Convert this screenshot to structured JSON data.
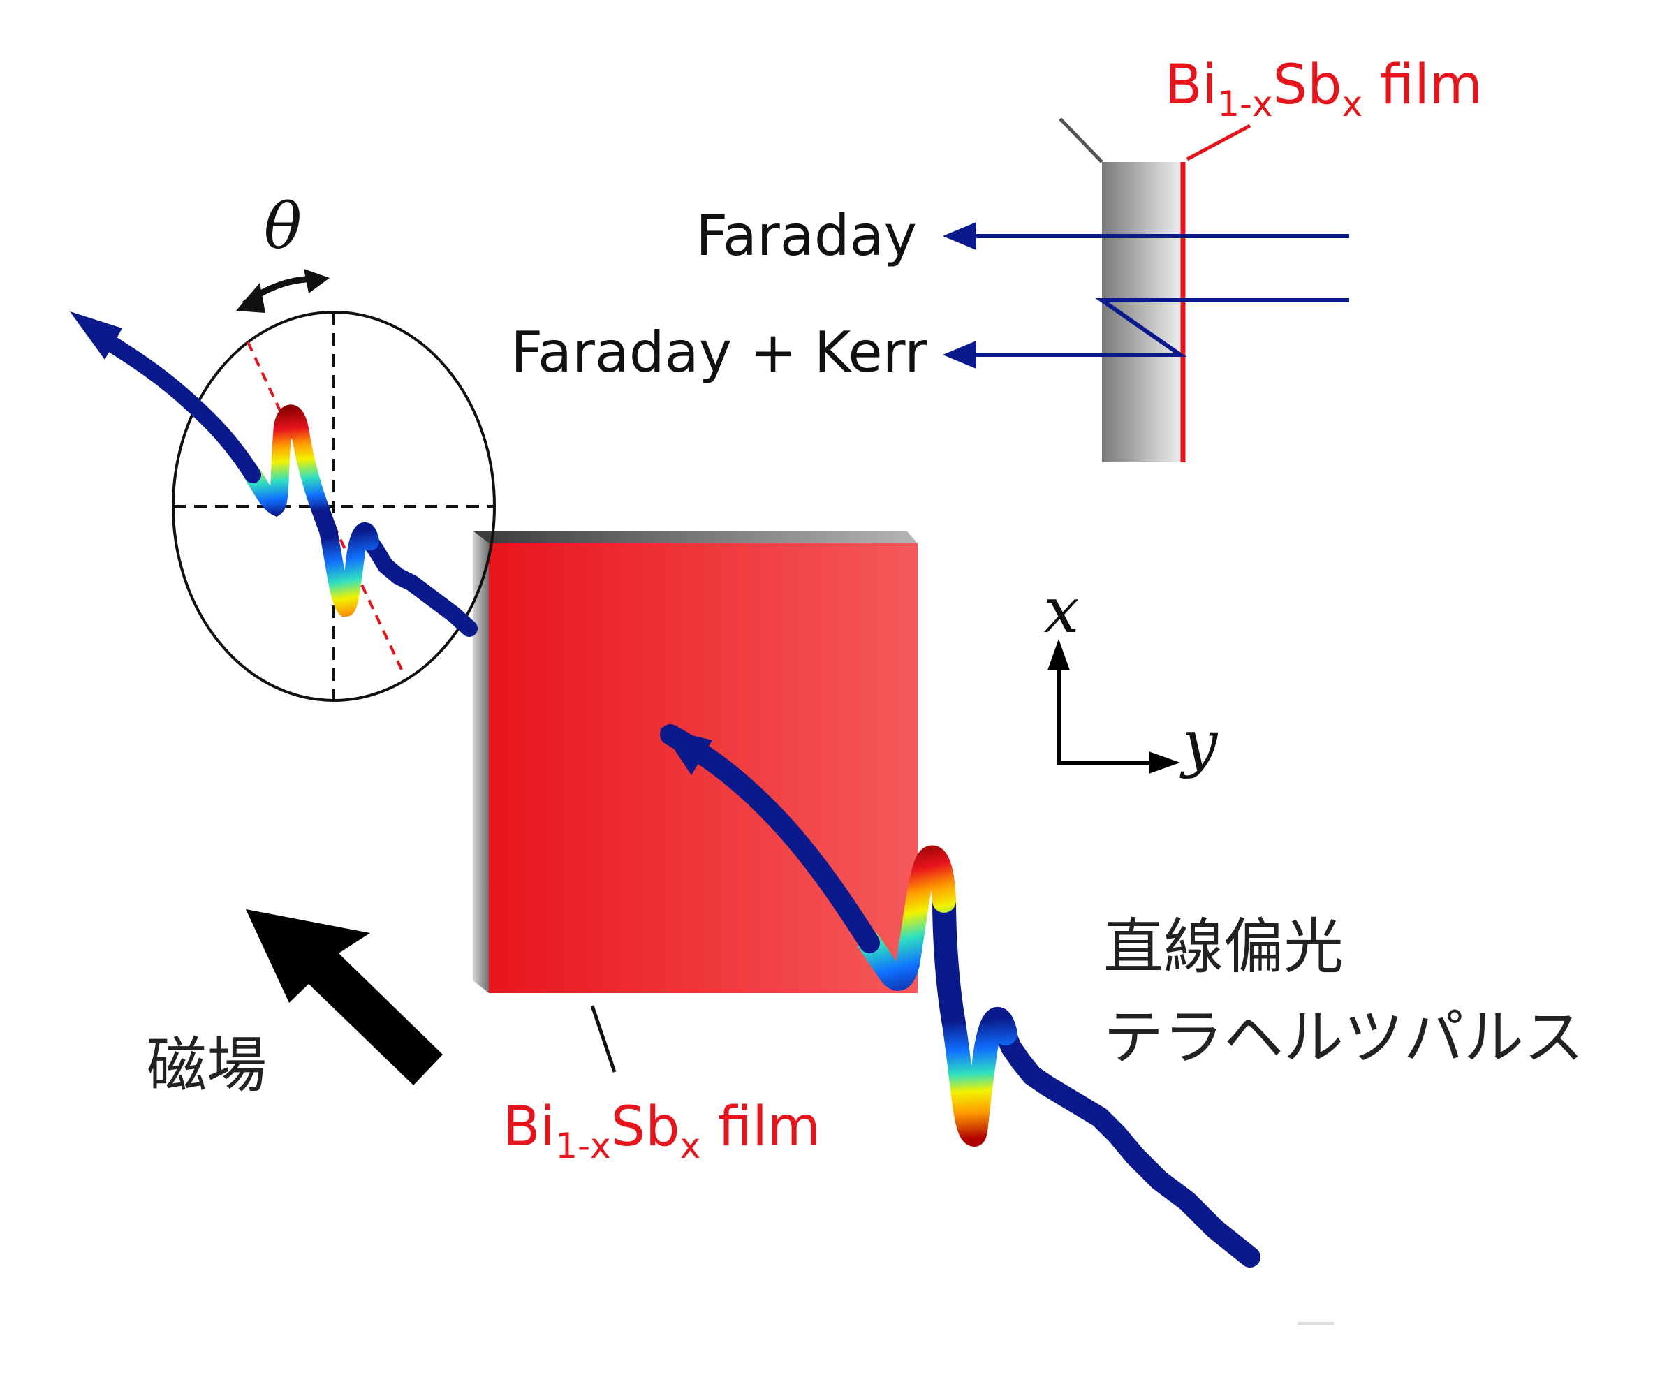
{
  "labels": {
    "film_top": {
      "main": "Bi",
      "sub1": "1-x",
      "mid": "Sb",
      "sub2": "x",
      "tail": " film"
    },
    "film_bottom": {
      "main": "Bi",
      "sub1": "1-x",
      "mid": "Sb",
      "sub2": "x",
      "tail": " film"
    },
    "faraday": "Faraday",
    "faraday_kerr": "Faraday + Kerr",
    "theta": "θ",
    "axis_x": "x",
    "axis_y": "y",
    "magnetic_field": "磁場",
    "pulse_line1": "直線偏光",
    "pulse_line2": "テラヘルツパルス"
  },
  "colors": {
    "film_red": "#e8141c",
    "beam_blue": "#0a1a8c",
    "substrate_gray": "#9a9a9a",
    "arrow_black": "#000000"
  },
  "icons": [
    "field-arrow-icon",
    "rotation-arrow-icon",
    "axes-icon"
  ]
}
